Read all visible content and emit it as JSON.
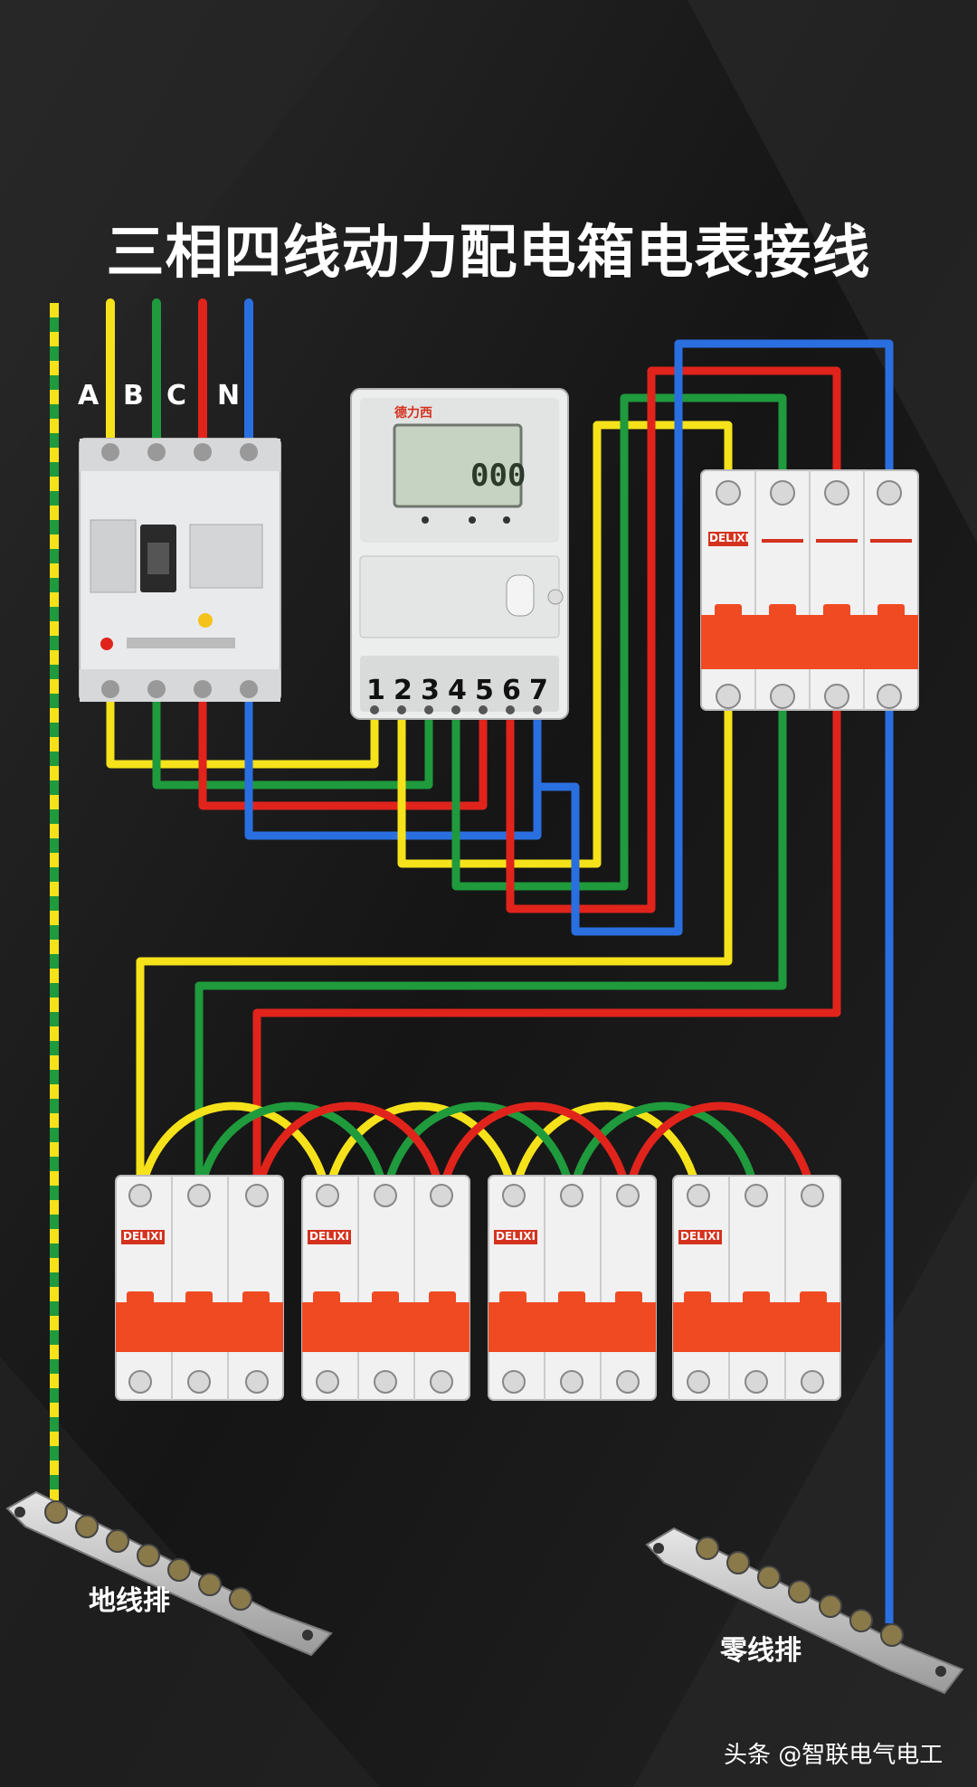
{
  "title": "三相四线动力配电箱电表接线",
  "phases": [
    "A",
    "B",
    "C",
    "N"
  ],
  "meter": {
    "terminals": [
      "1",
      "2",
      "3",
      "4",
      "5",
      "6",
      "7"
    ],
    "display": "000",
    "brand": "德力西"
  },
  "breaker_brand": "DELIXI",
  "ground_bar_label": "地线排",
  "neutral_bar_label": "零线排",
  "watermark": "头条 @智联电气电工",
  "colors": {
    "phase_a": "#f5e21a",
    "phase_b": "#1f9a3c",
    "phase_c": "#e0241c",
    "neutral": "#2a6fe0",
    "ground_green": "#1f9a3c",
    "ground_yellow": "#f5e21a",
    "breaker_handle": "#f04a23",
    "background": "#1a1a1a"
  }
}
